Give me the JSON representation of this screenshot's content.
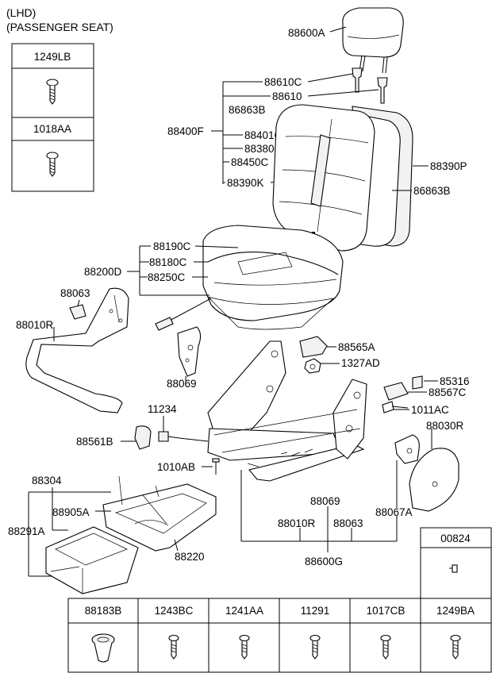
{
  "header": {
    "line1": "(LHD)",
    "line2": "(PASSENGER SEAT)"
  },
  "parts": {
    "p88600A": "88600A",
    "p88610C": "88610C",
    "p88610": "88610",
    "p88863B_a": "86863B",
    "p88400F": "88400F",
    "p88401C": "88401C",
    "p88380C": "88380C",
    "p88450C": "88450C",
    "p88390K": "88390K",
    "p88390P": "88390P",
    "p86863B_b": "86863B",
    "p88190C": "88190C",
    "p88200D": "88200D",
    "p88180C": "88180C",
    "p88250C": "88250C",
    "p88063_a": "88063",
    "p88010R_a": "88010R",
    "p88069_a": "88069",
    "p88565A": "88565A",
    "p1327AD": "1327AD",
    "p85316": "85316",
    "p88567C": "88567C",
    "p11234": "11234",
    "p1011AC": "1011AC",
    "p88561B": "88561B",
    "p88030R": "88030R",
    "p1010AB": "1010AB",
    "p88304": "88304",
    "p88069_b": "88069",
    "p88905A": "88905A",
    "p88010R_b": "88010R",
    "p88063_b": "88063",
    "p88067A": "88067A",
    "p88291A": "88291A",
    "p88600G": "88600G",
    "p88220": "88220"
  },
  "side_boxes": {
    "top": "1249LB",
    "bottom": "1018AA"
  },
  "corner_box": "00824",
  "bottom_table": [
    "88183B",
    "1243BC",
    "1241AA",
    "11291",
    "1017CB",
    "1249BA"
  ]
}
